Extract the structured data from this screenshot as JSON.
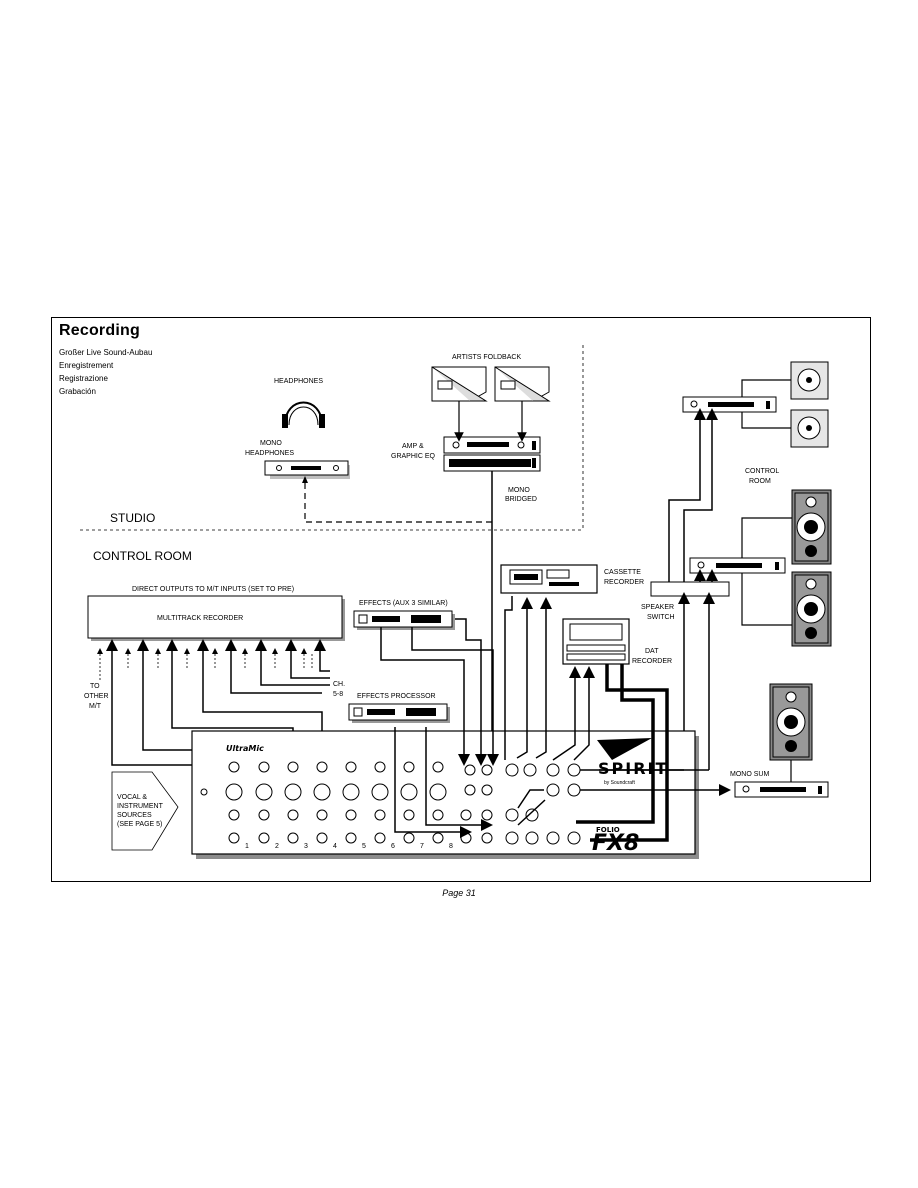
{
  "header": {
    "title": "Recording",
    "subtitles": [
      "Großer Live Sound-Aubau",
      "Enregistrement",
      "Registrazione",
      "Grabación"
    ]
  },
  "labels": {
    "headphones": "HEADPHONES",
    "mono_headphones_1": "MONO",
    "mono_headphones_2": "HEADPHONES",
    "artists_foldback": "ARTISTS FOLDBACK",
    "amp_eq_1": "AMP &",
    "amp_eq_2": "GRAPHIC EQ",
    "mono_bridged_1": "MONO",
    "mono_bridged_2": "BRIDGED",
    "studio": "STUDIO",
    "control_room_area": "CONTROL ROOM",
    "control_room_1": "CONTROL",
    "control_room_2": "ROOM",
    "direct_outputs": "DIRECT OUTPUTS TO M/T INPUTS (SET TO PRE)",
    "multitrack": "MULTITRACK RECORDER",
    "effects_aux": "EFFECTS (AUX 3 SIMILAR)",
    "effects_processor": "EFFECTS PROCESSOR",
    "cassette_1": "CASSETTE",
    "cassette_2": "RECORDER",
    "speaker_switch_1": "SPEAKER",
    "speaker_switch_2": "SWITCH",
    "dat_1": "DAT",
    "dat_2": "RECORDER",
    "ch_1": "CH.",
    "ch_2": "5-8",
    "to_other_1": "TO",
    "to_other_2": "OTHER",
    "to_other_3": "M/T",
    "vocal_1": "VOCAL &",
    "vocal_2": "INSTRUMENT",
    "vocal_3": "SOURCES",
    "vocal_4": "(SEE PAGE 5)",
    "mono_sum": "MONO SUM",
    "ultramic": "UltraMic",
    "spirit": "SPIRIT",
    "by_soundcraft": "by Soundcraft",
    "folio": "FOLIO",
    "fx8": "FX8",
    "channel_numbers": [
      "1",
      "2",
      "3",
      "4",
      "5",
      "6",
      "7",
      "8"
    ]
  },
  "footer": {
    "page": "Page 31"
  }
}
